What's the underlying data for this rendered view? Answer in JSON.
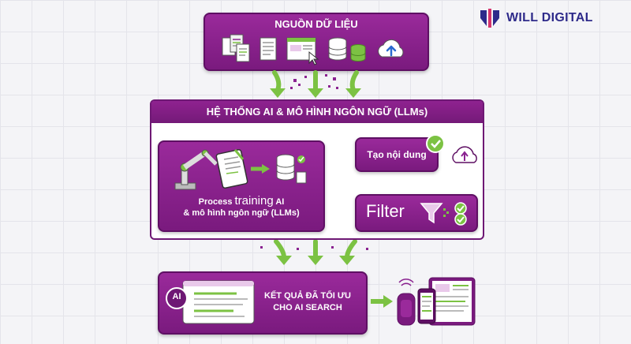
{
  "brand": {
    "name": "WILL DIGITAL"
  },
  "sources": {
    "title": "NGUỒN DỮ LIỆU"
  },
  "system": {
    "title": "HỆ THỐNG AI & MÔ HÌNH NGÔN NGỮ (LLMs)"
  },
  "process": {
    "line1_prefix": "Process",
    "line1_big": "training",
    "line1_suffix": "AI",
    "line2": "& mô hình ngôn ngữ (LLMs)"
  },
  "generate": {
    "label": "Tạo nội dung"
  },
  "filter": {
    "label": "Filter"
  },
  "result": {
    "line1": "KẾT QUẢ ĐÃ TỐI ƯU",
    "line2": "CHO AI SEARCH",
    "ai_badge": "AI"
  },
  "colors": {
    "purple": "#8a2290",
    "purple_dark": "#5e0f63",
    "green": "#7cc243",
    "navy": "#2e2a8a"
  }
}
